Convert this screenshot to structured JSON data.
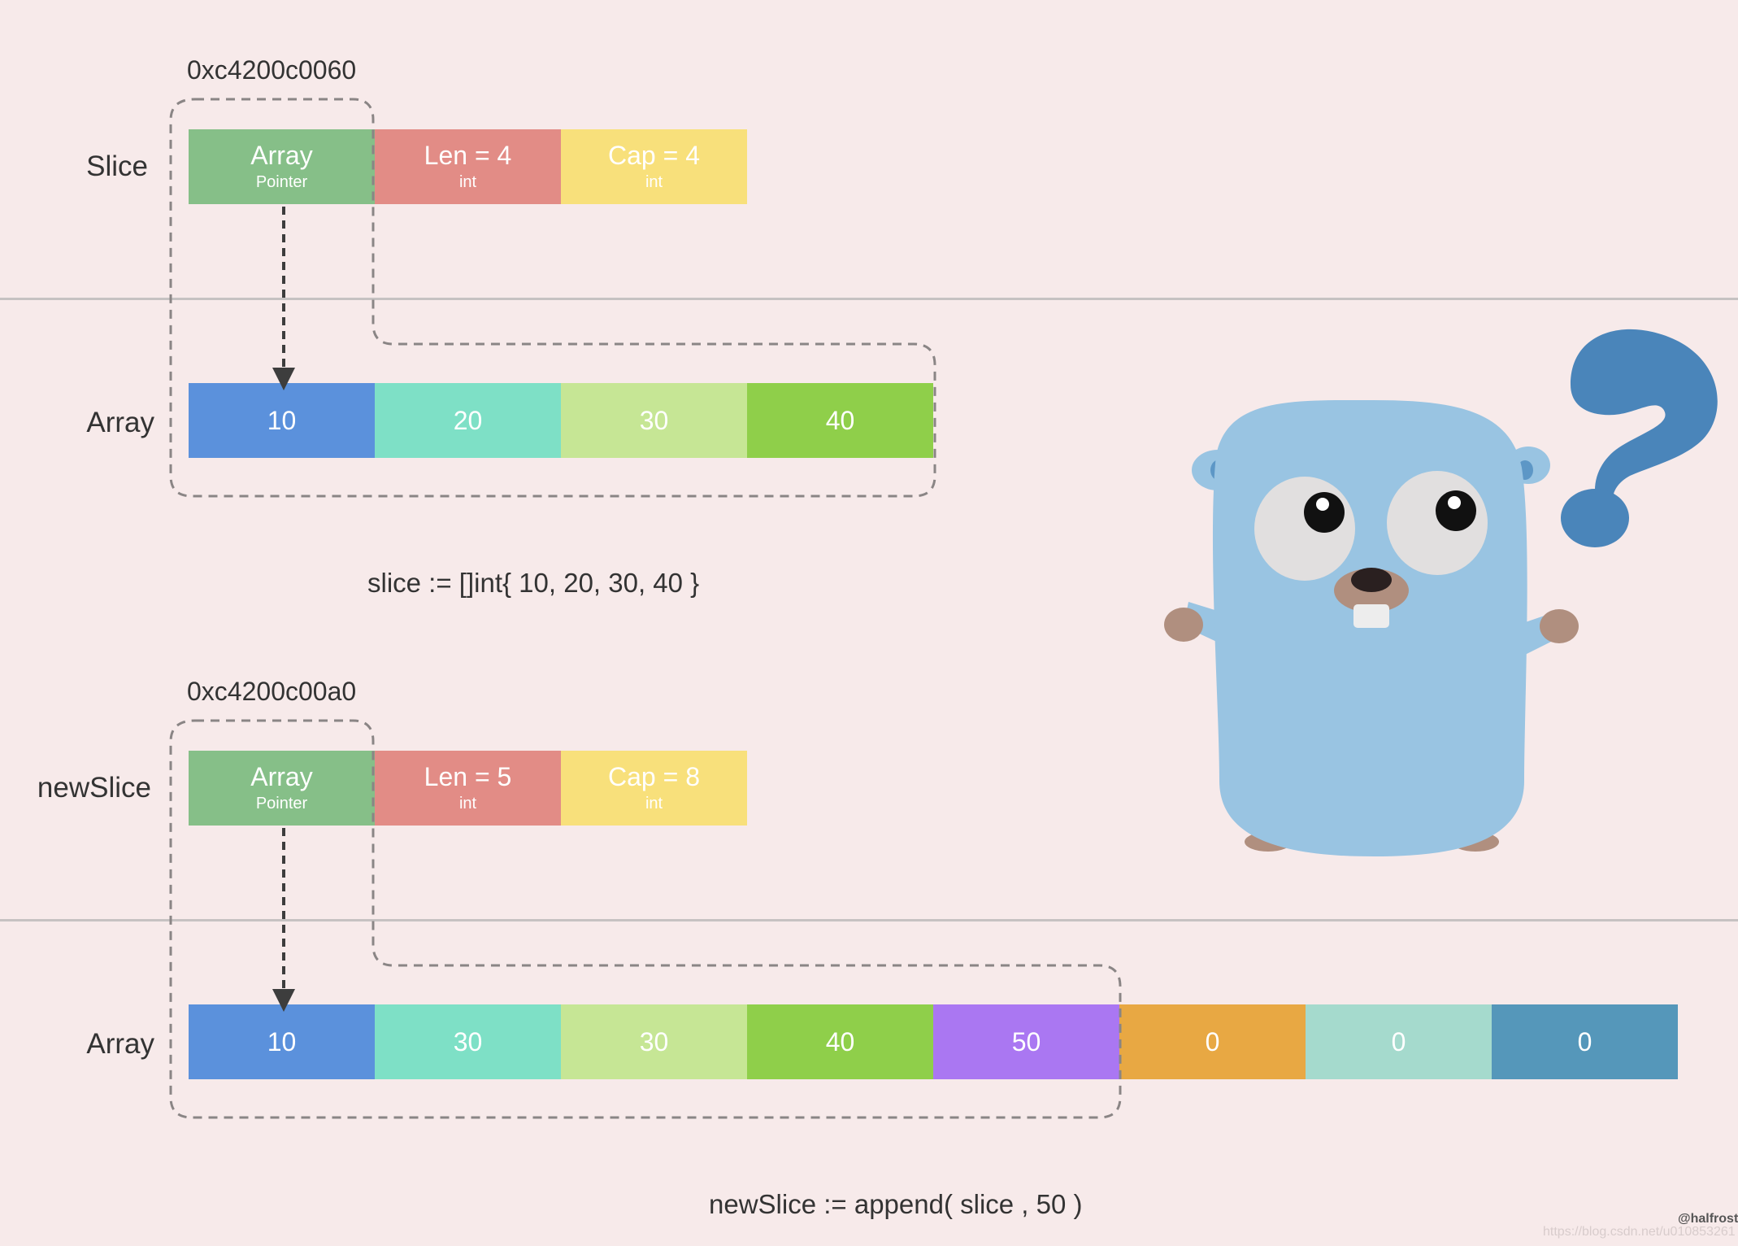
{
  "diagram": {
    "top": {
      "address": "0xc4200c0060",
      "slice_label": "Slice",
      "array_label": "Array",
      "header": {
        "pointer": {
          "main": "Array",
          "sub": "Pointer"
        },
        "len": {
          "main": "Len = 4",
          "sub": "int"
        },
        "cap": {
          "main": "Cap = 4",
          "sub": "int"
        }
      },
      "array_values": [
        "10",
        "20",
        "30",
        "40"
      ],
      "code": "slice := []int{ 10, 20, 30, 40 }"
    },
    "bottom": {
      "address": "0xc4200c00a0",
      "slice_label": "newSlice",
      "array_label": "Array",
      "header": {
        "pointer": {
          "main": "Array",
          "sub": "Pointer"
        },
        "len": {
          "main": "Len = 5",
          "sub": "int"
        },
        "cap": {
          "main": "Cap = 8",
          "sub": "int"
        }
      },
      "array_values": [
        "10",
        "30",
        "30",
        "40",
        "50",
        "0",
        "0",
        "0"
      ],
      "code": "newSlice := append( slice , 50 )"
    },
    "colors": {
      "background": "#f7eaea",
      "pointer": "#86bf88",
      "len": "#e28c86",
      "cap": "#f8e07b",
      "array": [
        "#5b91dc",
        "#7ee0c6",
        "#c6e695",
        "#8fcf4a",
        "#aa77f2",
        "#e8a843",
        "#a5dacd",
        "#5597ba"
      ],
      "gopher_body": "#99c4e2",
      "question_mark": "#4a85ba",
      "dashed_line": "#8a8585"
    },
    "credit": "@halfrost",
    "watermark": "https://blog.csdn.net/u010853261",
    "gopher_icon": "go-gopher-icon",
    "question_icon": "question-mark-icon"
  }
}
